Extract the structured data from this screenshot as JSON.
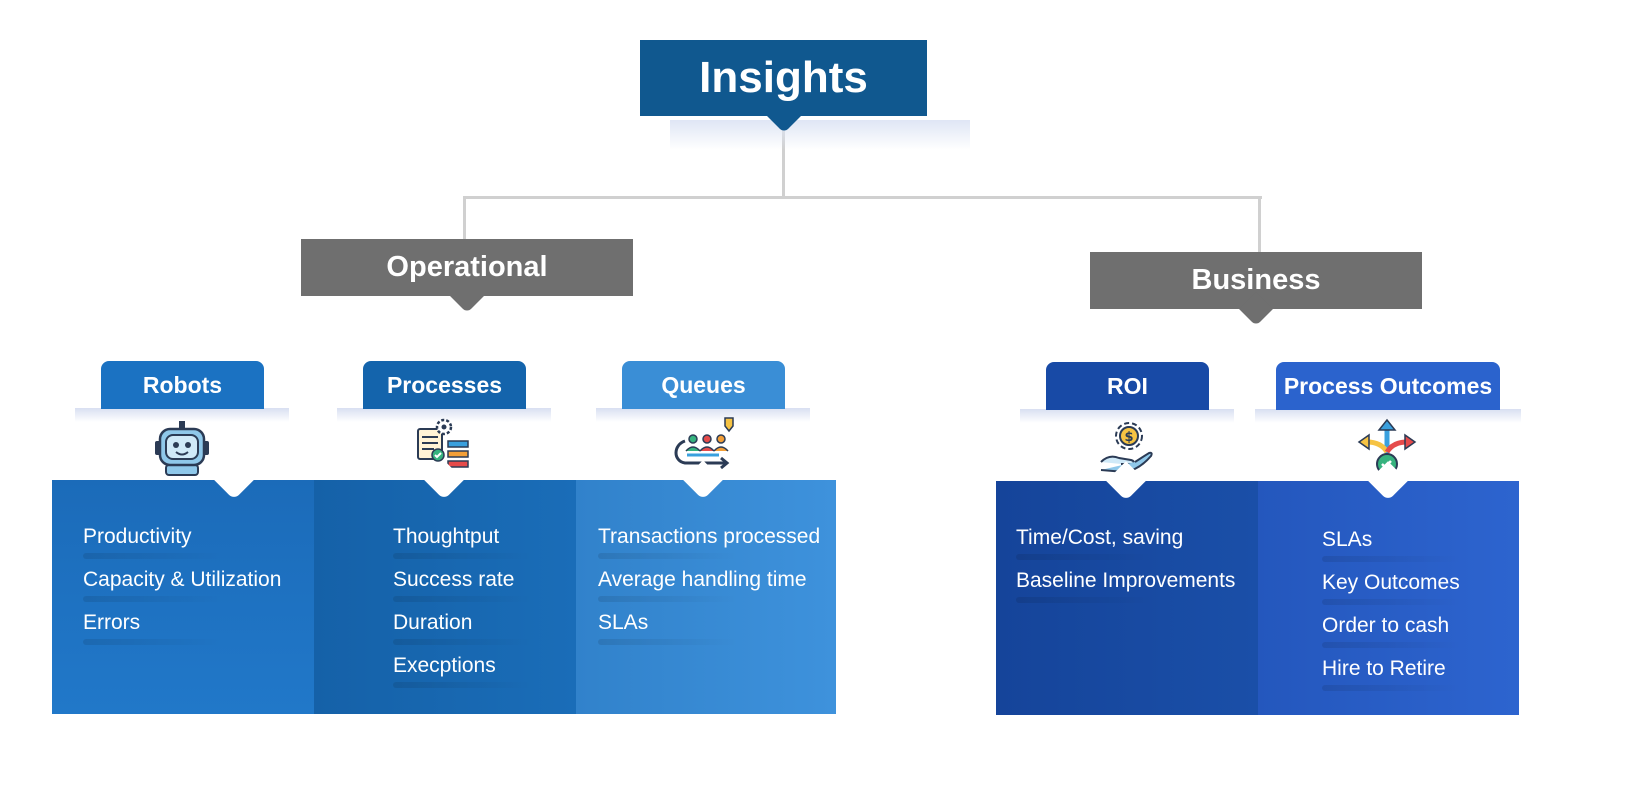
{
  "title": "Insights",
  "groups": {
    "operational": "Operational",
    "business": "Business"
  },
  "categories": {
    "robots": {
      "label": "Robots",
      "icon": "robot-icon",
      "items": [
        "Productivity",
        "Capacity & Utilization",
        "Errors"
      ]
    },
    "processes": {
      "label": "Processes",
      "icon": "process-gears-icon",
      "items": [
        "Thoughtput",
        "Success rate",
        "Duration",
        "Execptions"
      ]
    },
    "queues": {
      "label": "Queues",
      "icon": "queue-people-icon",
      "items": [
        "Transactions processed",
        "Average handling time",
        "SLAs"
      ]
    },
    "roi": {
      "label": "ROI",
      "icon": "money-hand-icon",
      "items": [
        "Time/Cost, saving",
        "Baseline Improvements"
      ]
    },
    "outcomes": {
      "label": "Process Outcomes",
      "icon": "outcome-arrows-icon",
      "items": [
        "SLAs",
        "Key Outcomes",
        "Order to cash",
        "Hire to Retire"
      ]
    }
  },
  "colors": {
    "title": "#10588f",
    "group": "#6f6f6f",
    "robots_tab": "#1b72c2",
    "processes_tab": "#1464ac",
    "queues_tab": "#3a8ed6",
    "roi_tab": "#184aa6",
    "outcomes_tab": "#2b63cd",
    "robots_panel": "#1d6fbe",
    "processes_panel": "#1a6ab1",
    "queues_panel": "#3a8ad3",
    "roi_panel": "#184a9e",
    "outcomes_panel": "#2a5fc6"
  }
}
